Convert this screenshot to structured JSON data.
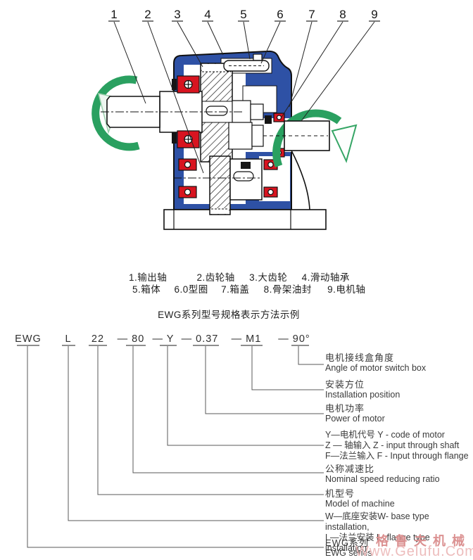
{
  "drawing": {
    "callouts": [
      "1",
      "2",
      "3",
      "4",
      "5",
      "6",
      "7",
      "8",
      "9"
    ],
    "colors": {
      "housing_blue": "#2e51a5",
      "bearing_red": "#d81420",
      "arrow_green": "#2aa060"
    }
  },
  "legend": {
    "row1": [
      "1.输出轴",
      "2.齿轮轴",
      "3.大齿轮",
      "4.滑动轴承"
    ],
    "row2": [
      "5.箱体",
      "6.0型圈",
      "7.箱盖",
      "8.骨架油封",
      "9.电机轴"
    ]
  },
  "section_title": "EWG系列型号规格表示方法示例",
  "model": {
    "codes": [
      "EWG",
      "L",
      "22",
      "— 80",
      "— Y",
      "— 0.37",
      "— M1",
      "— 90°"
    ]
  },
  "annotations": [
    {
      "cn": "电机接线盒角度",
      "en": "Angle of motor switch box"
    },
    {
      "cn": "安装方位",
      "en": "Installation position"
    },
    {
      "cn": "电机功率",
      "en": "Power of motor"
    },
    {
      "lines": [
        "Y—电机代号 Y - code of motor",
        "Z — 轴输入  Z - input through shaft",
        "F—法兰输入 F - Input through flange"
      ]
    },
    {
      "cn": "公称减速比",
      "en": "Nominal speed reducing ratio"
    },
    {
      "cn": "机型号",
      "en": "Model of machine"
    },
    {
      "lines": [
        "W—底座安装W- base type installation,",
        "L—法兰安装  L- flange type installation"
      ]
    },
    {
      "cn": "EWG系列",
      "en": "EWG series"
    }
  ],
  "watermark": {
    "company": "格鲁夫机械",
    "site": "Www.Gelufu.Com"
  }
}
